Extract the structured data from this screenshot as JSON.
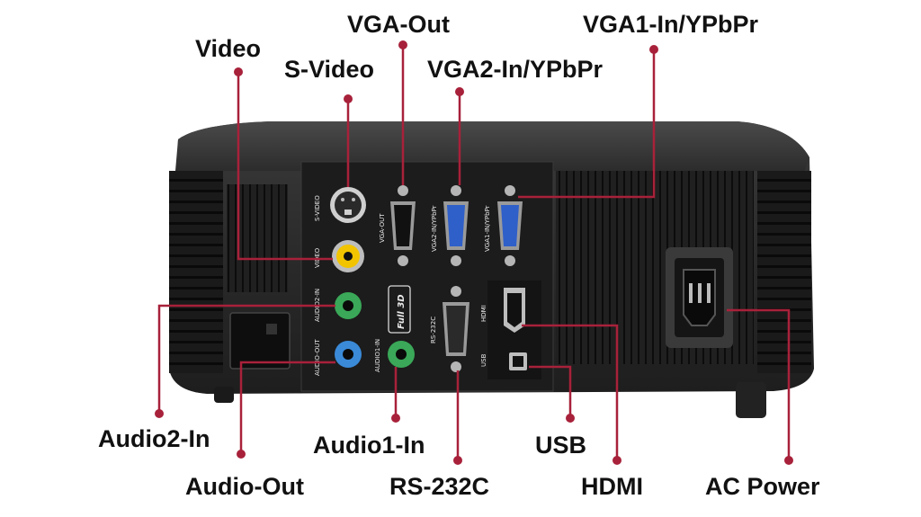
{
  "callouts": {
    "vga_out": "VGA-Out",
    "vga1_in": "VGA1-In/YPbPr",
    "video": "Video",
    "s_video": "S-Video",
    "vga2_in": "VGA2-In/YPbPr",
    "audio2_in": "Audio2-In",
    "audio1_in": "Audio1-In",
    "usb": "USB",
    "audio_out": "Audio-Out",
    "rs232c": "RS-232C",
    "hdmi": "HDMI",
    "ac_power": "AC Power"
  },
  "panel_labels": {
    "s_video": "S-VIDEO",
    "video": "VIDEO",
    "audio2_in": "AUDIO2-IN",
    "audio_out": "AUDIO-OUT",
    "vga_out": "VGA-OUT",
    "vga2_in": "VGA2-IN/YPbPr",
    "vga1_in": "VGA1-IN/YPbPr",
    "audio1_in": "AUDIO1-IN",
    "rs232c": "RS-232C",
    "hdmi": "HDMI",
    "usb": "USB",
    "full3d": "Full 3D"
  },
  "colors": {
    "leader": "#a8213a",
    "body": "#2b2b2b",
    "panel": "#1c1c1c",
    "vga_blue": "#2f5fc8",
    "audio_green": "#3aa858",
    "audio_blue": "#3a8ad8",
    "video_yellow": "#f2c400"
  }
}
